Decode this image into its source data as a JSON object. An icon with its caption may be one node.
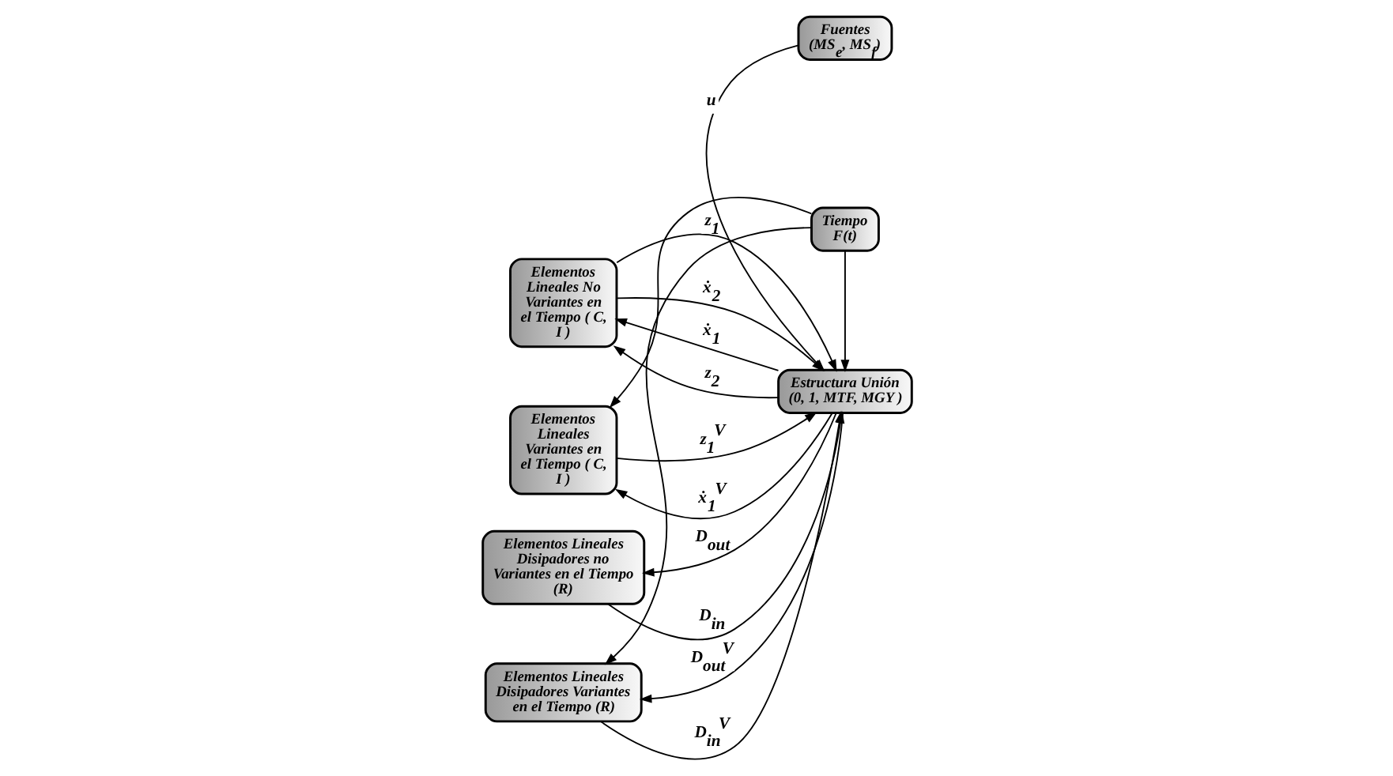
{
  "diagram": {
    "nodes": [
      {
        "text": [
          "Elementos Lineales No Variantes en el Tiempo ( C, I )"
        ]
      },
      {
        "text": [
          "Fuentes (MS$_{e}$, MS$_{f}$)"
        ]
      },
      {
        "text": [
          "Elementos Lineales Disipadores no Variantes en el Tiempo (R)"
        ]
      },
      {
        "text": [
          "Estructura Unión (0, 1, MTF, MGY )"
        ]
      },
      {
        "text": [
          "Elementos Lineales Variantes en el Tiempo ( C, I )"
        ]
      },
      {
        "text": [
          "Tiempo F(t)"
        ]
      },
      {
        "text": [
          "Elementos Lineales Disipadores Variantes en el Tiempo (R)"
        ]
      }
    ],
    "edges": [
      {
        "from": 3,
        "to": 0,
        "arrow": "to",
        "label": "ẋ$_{1}$"
      },
      {
        "from": 0,
        "to": 3,
        "arrow": "to",
        "label": "z$_{1}$"
      },
      {
        "from": 3,
        "to": 0,
        "arrow": "to",
        "label": "z$_{2}$"
      },
      {
        "from": 0,
        "to": 3,
        "arrow": "to",
        "label": "ẋ$_{2}$"
      },
      {
        "from": 1,
        "to": 3,
        "arrow": "to",
        "label": "u"
      },
      {
        "from": 2,
        "to": 3,
        "arrow": "to",
        "label": "D$_{in}$"
      },
      {
        "from": 3,
        "to": 2,
        "arrow": "to",
        "label": "D$_{out}$"
      },
      {
        "from": 3,
        "to": 4,
        "arrow": "to",
        "label": "ẋ$_{1}$$^{V}$"
      },
      {
        "from": 4,
        "to": 3,
        "arrow": "to",
        "label": "z$_{1}$$^{V}$"
      },
      {
        "from": 6,
        "to": 3,
        "arrow": "to",
        "label": "D$_{in}$$^{V}$"
      },
      {
        "from": 3,
        "to": 6,
        "arrow": "to",
        "label": "D$_{out}$$^{V}$"
      },
      {
        "from": 5,
        "to": 3,
        "arrow": "to"
      },
      {
        "from": 5,
        "to": 4,
        "arrow": "to"
      },
      {
        "from": 5,
        "to": 6,
        "arrow": "to"
      }
    ]
  }
}
